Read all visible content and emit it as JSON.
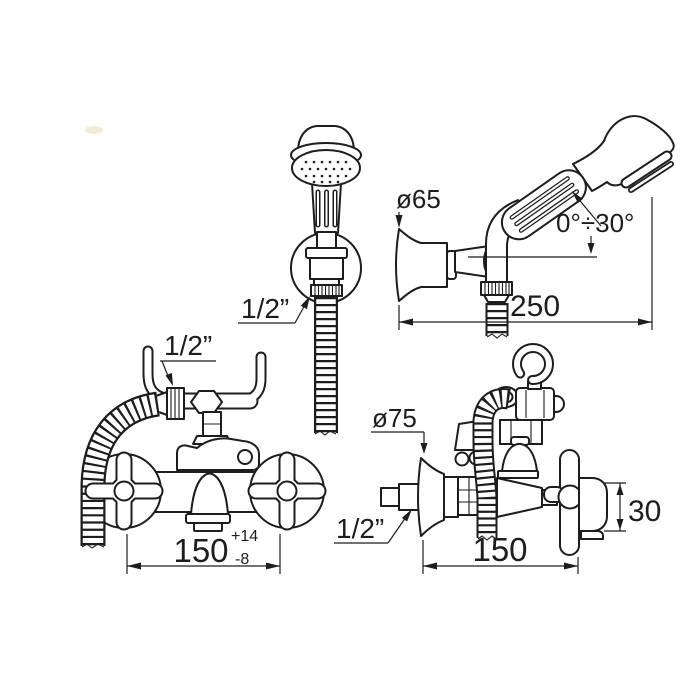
{
  "colors": {
    "line_color": "#1d1d1d",
    "background": "#ffffff",
    "paper_mark": "#f3ecd4"
  },
  "labels": {
    "handset_front": {
      "hose_connection": "1/2”"
    },
    "handset_side": {
      "rosette_diameter": "ø65",
      "tilt_range": "0°÷30°",
      "length": "250"
    },
    "mixer_front": {
      "hose_connection": "1/2”",
      "centers_distance": "150",
      "tolerance_upper": "+14",
      "tolerance_lower": "-8"
    },
    "mixer_side": {
      "rosette_diameter": "ø75",
      "inlet_connection": "1/2”",
      "depth": "150",
      "spout_height": "30"
    }
  }
}
